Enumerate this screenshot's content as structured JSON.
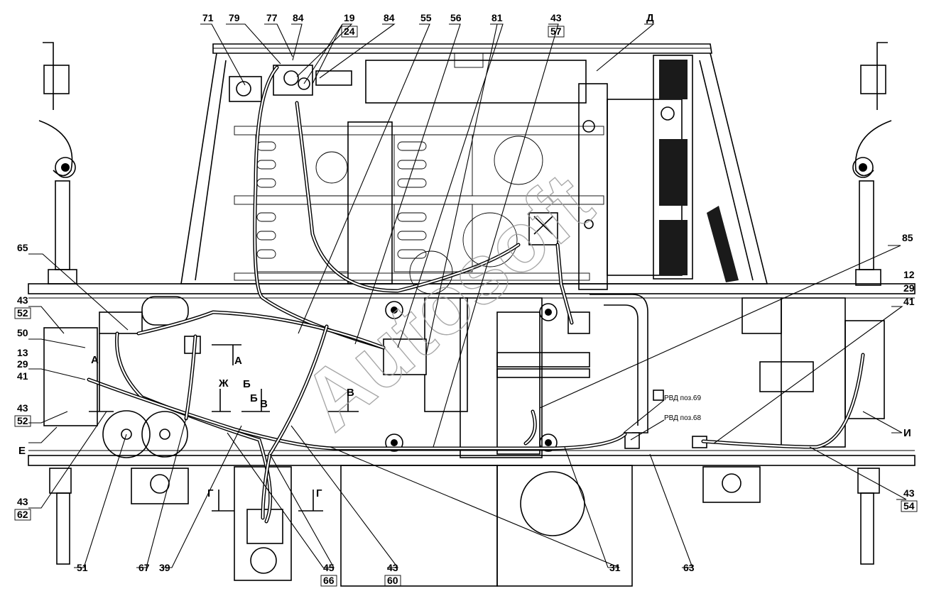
{
  "watermark": "Autosoft",
  "callouts": {
    "top": [
      "71",
      "79",
      "77",
      "84",
      "19",
      "24",
      "84",
      "55",
      "56",
      "81",
      "43",
      "57",
      "Д"
    ],
    "left": [
      "65",
      "43",
      "52",
      "50",
      "13",
      "29",
      "41",
      "43",
      "52",
      "Е",
      "43",
      "62"
    ],
    "right": [
      "85",
      "12",
      "29",
      "41",
      "И",
      "43",
      "54"
    ],
    "bottom": [
      "51",
      "67",
      "39",
      "45",
      "66",
      "43",
      "60",
      "31",
      "63"
    ]
  },
  "section_marks": [
    "А",
    "А",
    "Б",
    "Б",
    "В",
    "В",
    "Ж",
    "Г",
    "Г"
  ],
  "notes": [
    "РВД поз.69",
    "РВД поз.68"
  ]
}
